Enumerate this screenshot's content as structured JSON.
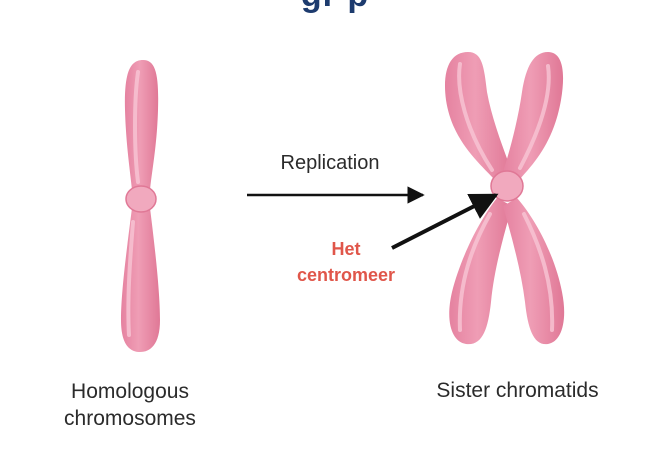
{
  "title_partial": "gr p",
  "left": {
    "label_line1": "Homologous",
    "label_line2": "chromosomes"
  },
  "process": {
    "label": "Replication"
  },
  "right": {
    "label": "Sister chromatids"
  },
  "annotation": {
    "line1": "Het",
    "line2": "centromeer"
  },
  "colors": {
    "chromosome_fill": "#ec94ae",
    "chromosome_highlight": "#f7c6d4",
    "centromere_fill": "#f1a9be",
    "arrow": "#111111",
    "annotation_text": "#e0564a",
    "title": "#1d3b6e"
  }
}
